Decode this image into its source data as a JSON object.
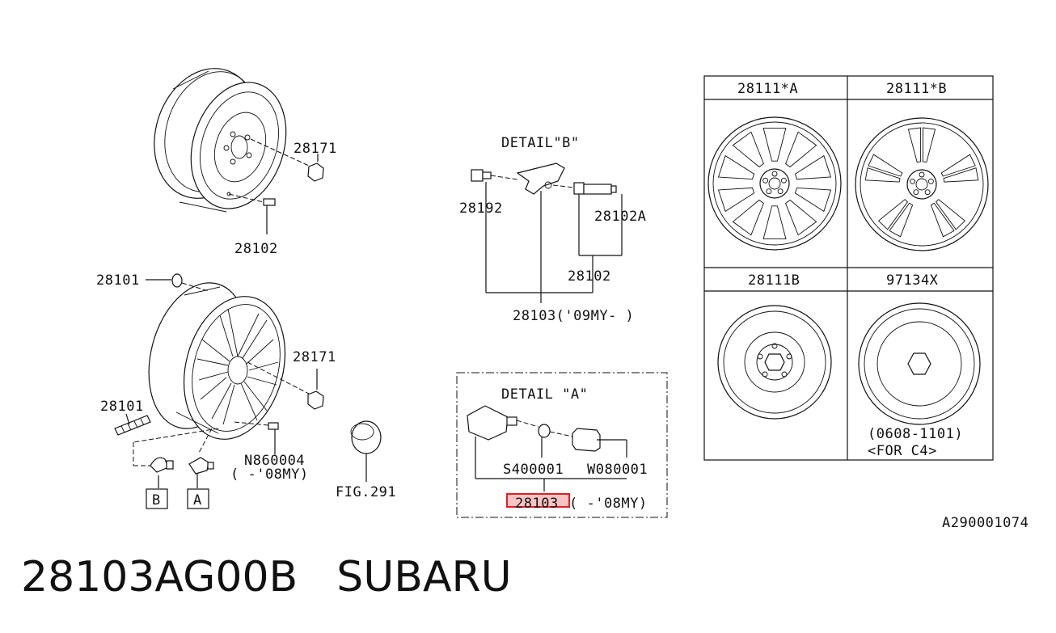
{
  "labels": {
    "detail_b": "DETAIL\"B\"",
    "detail_a": "DETAIL \"A\"",
    "p28171_top": "28171",
    "p28102_top": "28102",
    "p28101_top": "28101",
    "p28171_mid": "28171",
    "p28101_left": "28101",
    "n860004": "N860004",
    "n860004_range": "(    -'08MY)",
    "fig291": "FIG.291",
    "box_b": "B",
    "box_a": "A",
    "p28192": "28192",
    "p28102a": "28102A",
    "p28102_b": "28102",
    "p28103_b": "28103('09MY-  )",
    "s400001": "S400001",
    "w080001": "W080001",
    "p28103_a_num": "28103",
    "p28103_a_range": "(  -'08MY)",
    "ref_code": "A290001074"
  },
  "table": {
    "cells": [
      {
        "header": "28111*A",
        "note": ""
      },
      {
        "header": "28111*B",
        "note": ""
      },
      {
        "header": "28111B",
        "note": ""
      },
      {
        "header": "97134X",
        "note": "(0608-1101)",
        "note2": "<FOR C4>"
      }
    ]
  },
  "footer": {
    "part_number": "28103AG00B",
    "brand": "SUBARU"
  },
  "colors": {
    "line": "#111111",
    "highlight": "#e02020"
  }
}
